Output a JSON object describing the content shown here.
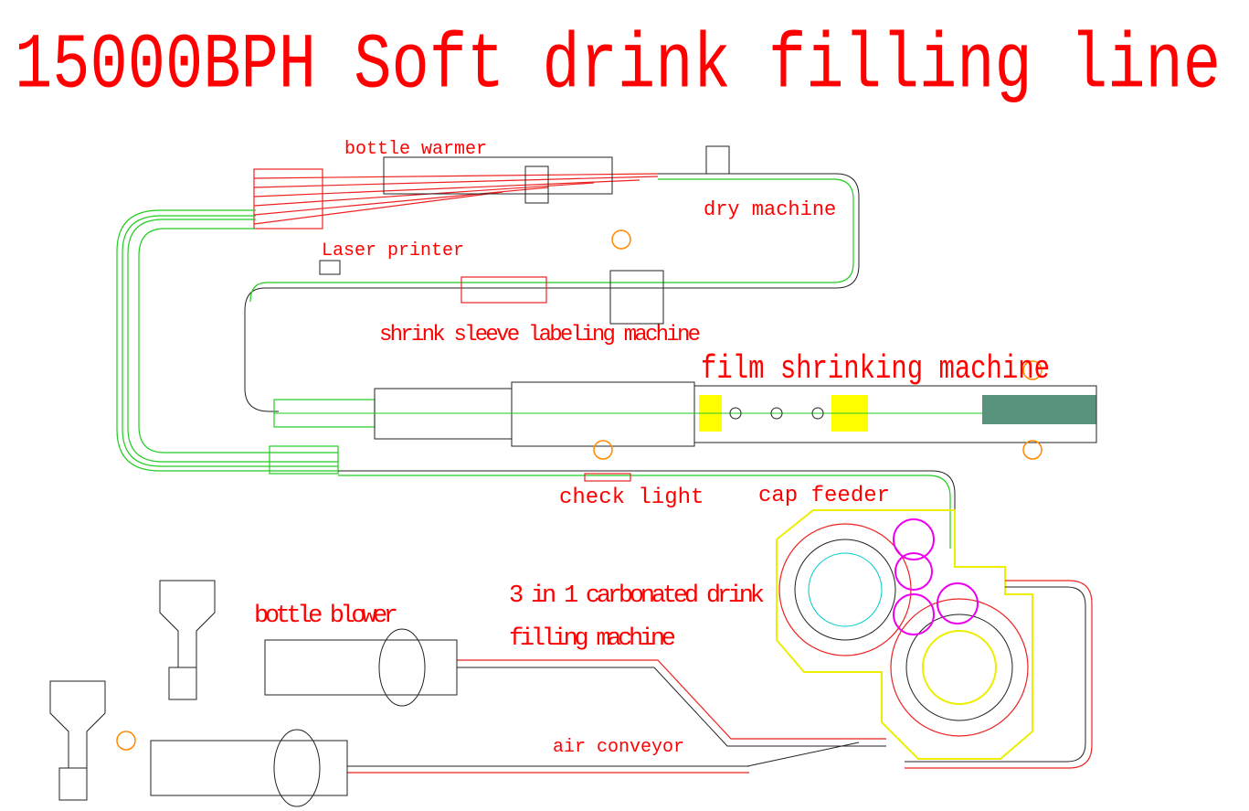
{
  "title": "15000BPH Soft drink filling line",
  "labels": {
    "bottle_warmer": "bottle warmer",
    "dry_machine": "dry machine",
    "laser_printer": "Laser printer",
    "shrink_sleeve": "shrink sleeve labeling machine",
    "film_shrinking": "film shrinking machine",
    "check_light": "check light",
    "cap_feeder": "cap feeder",
    "filler_line1": "3 in 1 carbonated drink",
    "filler_line2": "filling machine",
    "bottle_blower": "bottle blower",
    "air_conveyor": "air conveyor"
  },
  "colors": {
    "label": "#ff0000",
    "conveyor": "#22cc22",
    "filler_outline": "#eeee00",
    "capper": "#ee00ee"
  }
}
